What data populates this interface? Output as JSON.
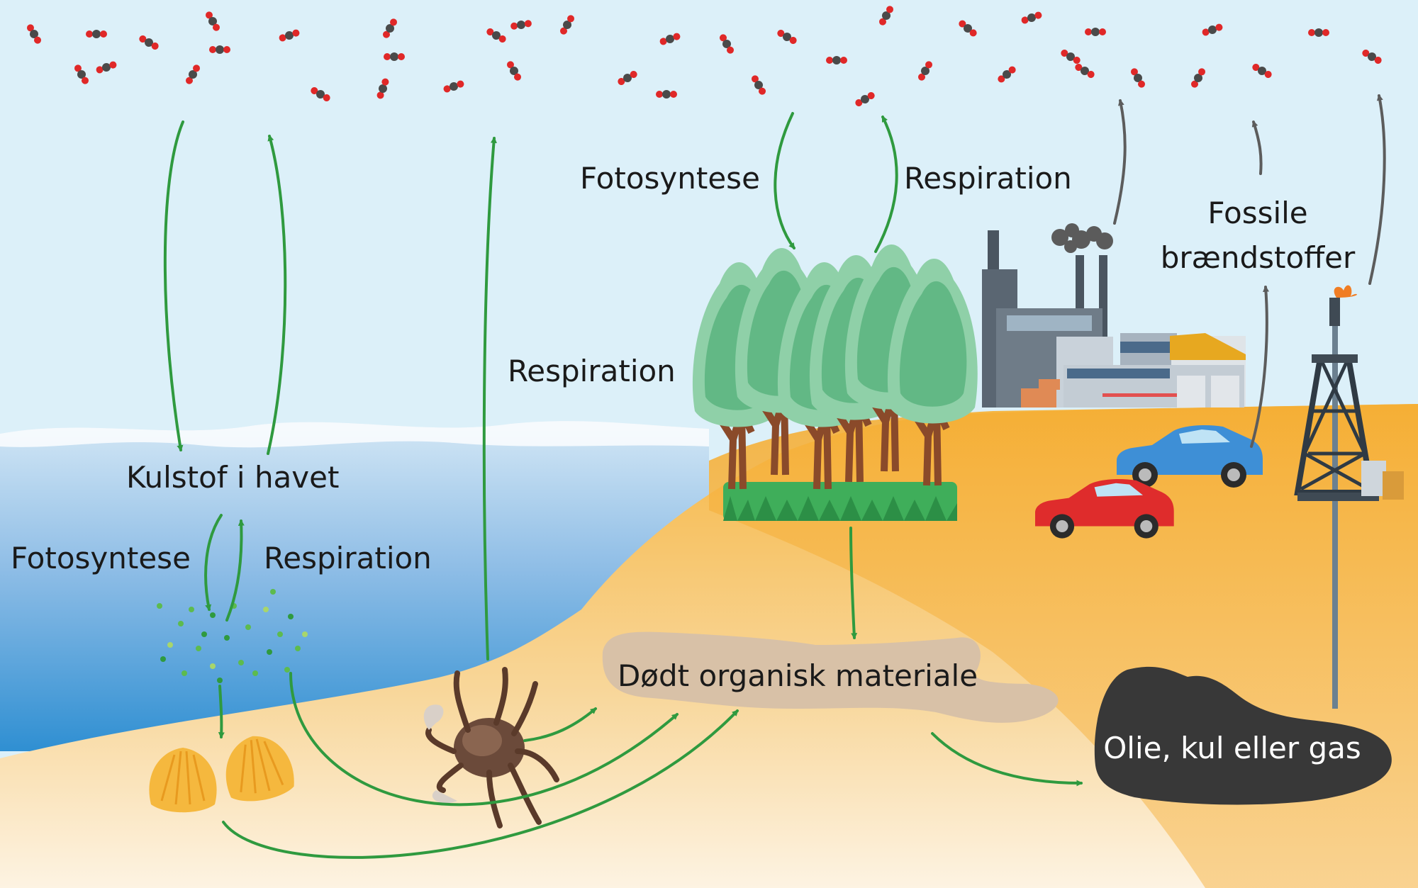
{
  "labels": {
    "ocean_carbon": "Kulstof i havet",
    "ocean_photosynthesis": "Fotosyntese",
    "ocean_respiration": "Respiration",
    "crab_respiration": "Respiration",
    "forest_photosynthesis": "Fotosyntese",
    "forest_respiration": "Respiration",
    "fossil_fuels_line1": "Fossile",
    "fossil_fuels_line2": "brændstoffer",
    "dead_matter": "Dødt organisk materiale",
    "oil_coal_gas": "Olie, kul eller gas"
  },
  "icons": {
    "molecule": "co2-molecule-icon",
    "tree": "tree-icon",
    "factory": "factory-icon",
    "car": "car-icon",
    "oil_rig": "oil-rig-icon",
    "crab": "crab-icon",
    "shell": "shell-icon",
    "plankton": "plankton-icon"
  },
  "colors": {
    "sky": "#dcf0f9",
    "ocean_top": "#c4def2",
    "ocean_bottom": "#2f8fd2",
    "sand": "#f7c46a",
    "land": "#f6b53b",
    "green_arrow": "#2f9a3f",
    "grey_arrow": "#5c5c5c",
    "dead_matter": "#d8c1a7",
    "oil_pool": "#383838",
    "carbon_atom": "#4a4a4a",
    "oxygen_atom": "#e02828"
  }
}
